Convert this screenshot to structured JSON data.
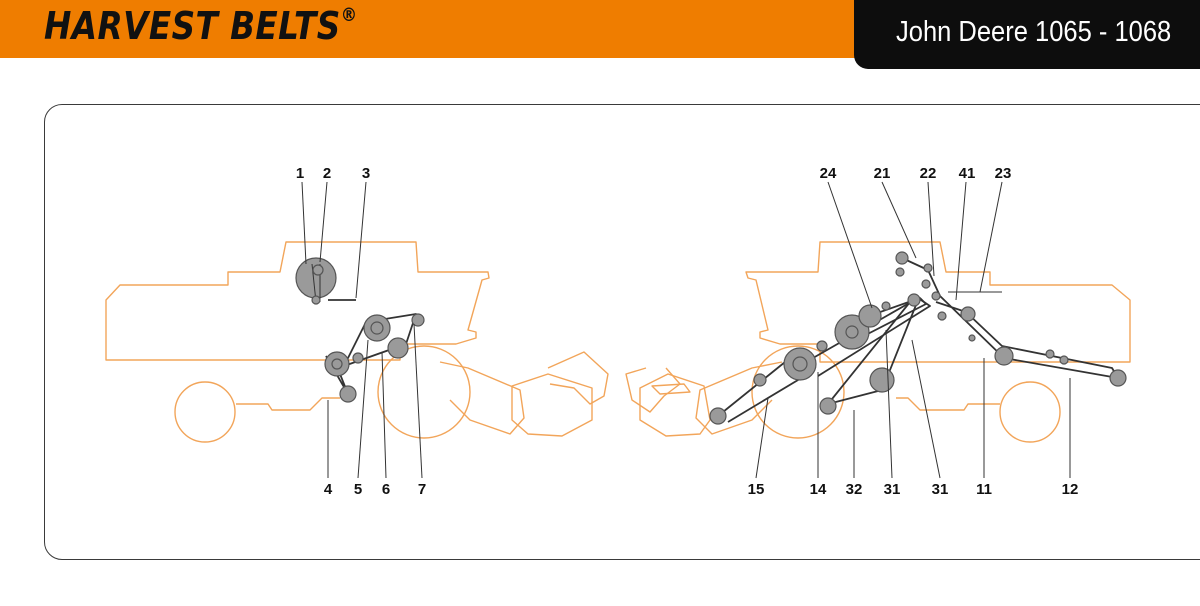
{
  "header": {
    "brand": "HARVEST BELTS",
    "brand_mark": "®",
    "model": "John Deere 1065 - 1068",
    "accent_color": "#ef7d00",
    "tab_color": "#0d0d0d"
  },
  "diagram": {
    "left_labels": [
      "1",
      "2",
      "3",
      "4",
      "5",
      "6",
      "7"
    ],
    "right_top_labels": [
      "24",
      "21",
      "22",
      "41",
      "23"
    ],
    "right_bottom_labels": [
      "15",
      "14",
      "32",
      "31",
      "31",
      "11",
      "12"
    ],
    "outline_color": "#f2a55a",
    "belt_color": "#333333",
    "pulley_color": "#9a9a9a"
  }
}
